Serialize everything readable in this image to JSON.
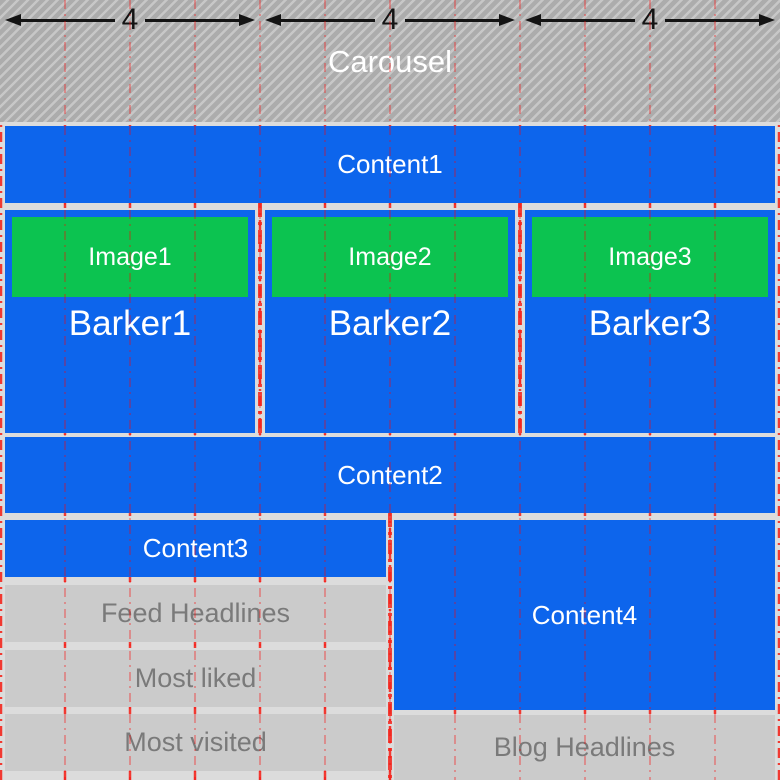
{
  "carousel": {
    "title": "Carousel",
    "span_labels": [
      "4",
      "4",
      "4"
    ]
  },
  "content_blocks": {
    "c1": "Content1",
    "c2": "Content2",
    "c3": "Content3",
    "c4": "Content4"
  },
  "barkers": [
    {
      "image_label": "Image1",
      "barker_label": "Barker1"
    },
    {
      "image_label": "Image2",
      "barker_label": "Barker2"
    },
    {
      "image_label": "Image3",
      "barker_label": "Barker3"
    }
  ],
  "left_list": [
    "Feed Headlines",
    "Most liked",
    "Most visited"
  ],
  "right_list": [
    "Blog Headlines"
  ],
  "colors": {
    "accent_blue": "#0D65EC",
    "accent_green": "#0CC350",
    "guideline_red": "#F3271E",
    "row_gray": "#CBCBCB",
    "background_gray": "#DCDCDC",
    "hatch_gray": "#ACACAC",
    "arrow_black": "#141414"
  }
}
